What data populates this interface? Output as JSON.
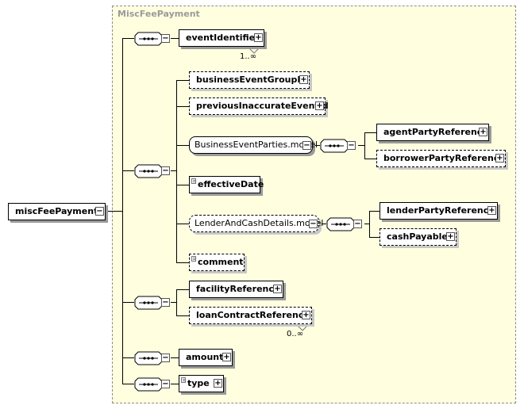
{
  "diagram": {
    "frame_title": "MiscFeePayment",
    "root": {
      "label": "miscFeePayment"
    },
    "elements": {
      "event_identifier": "eventIdentifier",
      "event_identifier_card": "1..∞",
      "business_event_group_id": "businessEventGroupId",
      "previous_inaccurate_event_id": "previousInaccurateEventId",
      "business_event_parties_model": "BusinessEventParties.model",
      "agent_party_reference": "agentPartyReference",
      "borrower_party_reference": "borrowerPartyReference",
      "effective_date": "effectiveDate",
      "lender_and_cash_details_model": "LenderAndCashDetails.model",
      "lender_party_reference": "lenderPartyReference",
      "cash_payable": "cashPayable",
      "comment": "comment",
      "facility_reference": "facilityReference",
      "loan_contract_reference": "loanContractReference",
      "loan_contract_reference_card": "0..∞",
      "amount": "amount",
      "type": "type"
    },
    "symbols": {
      "expand": "+",
      "collapse": "−"
    }
  }
}
